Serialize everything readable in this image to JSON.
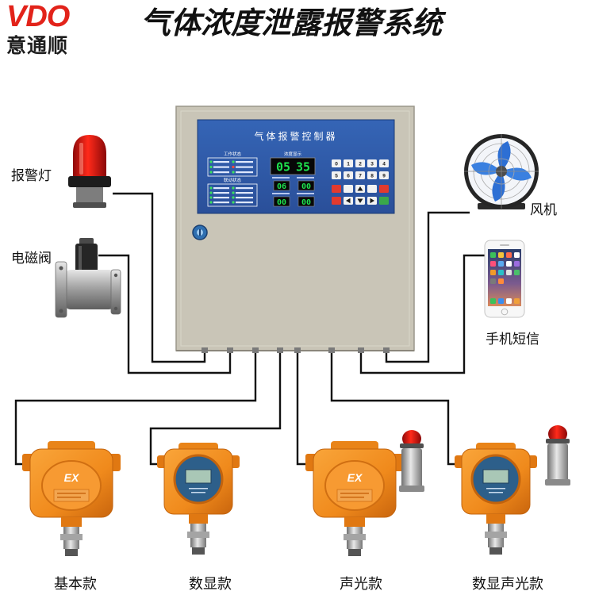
{
  "logo": {
    "brand": "VDO",
    "company": "意通顺"
  },
  "title": "气体浓度泄露报警系统",
  "controller": {
    "panel_title": "气体报警控制器",
    "work_status_label": "工作状态",
    "linkage_status_label": "联动状态",
    "concentration_label": "浓度显示",
    "main_reading": [
      "05",
      "35"
    ],
    "sub_readings": [
      "06",
      "00",
      "00",
      "00"
    ],
    "keypad_digits": [
      "0",
      "1",
      "2",
      "3",
      "4",
      "5",
      "6",
      "7",
      "8",
      "9"
    ],
    "keypad_icons": [
      "red-key",
      "plain-key",
      "up-arrow-icon",
      "plain-key",
      "red-key",
      "red-key",
      "left-arrow-icon",
      "down-arrow-icon",
      "right-arrow-icon",
      "green-key"
    ],
    "keyhole_icon": "keyhole-icon"
  },
  "peripherals": {
    "alarm_light": "报警灯",
    "solenoid_valve": "电磁阀",
    "fan": "风机",
    "sms": "手机短信"
  },
  "detectors": [
    {
      "label": "基本款",
      "mark": "EX"
    },
    {
      "label": "数显款"
    },
    {
      "label": "声光款",
      "mark": "EX"
    },
    {
      "label": "数显声光款"
    }
  ],
  "colors": {
    "brand_red": "#e2231a",
    "display_blue": "#2f5aa8",
    "detector_orange": "#f08a1c",
    "led_green": "#1ee24e",
    "enclosure": "#c9c5b7",
    "wire": "#111111"
  }
}
